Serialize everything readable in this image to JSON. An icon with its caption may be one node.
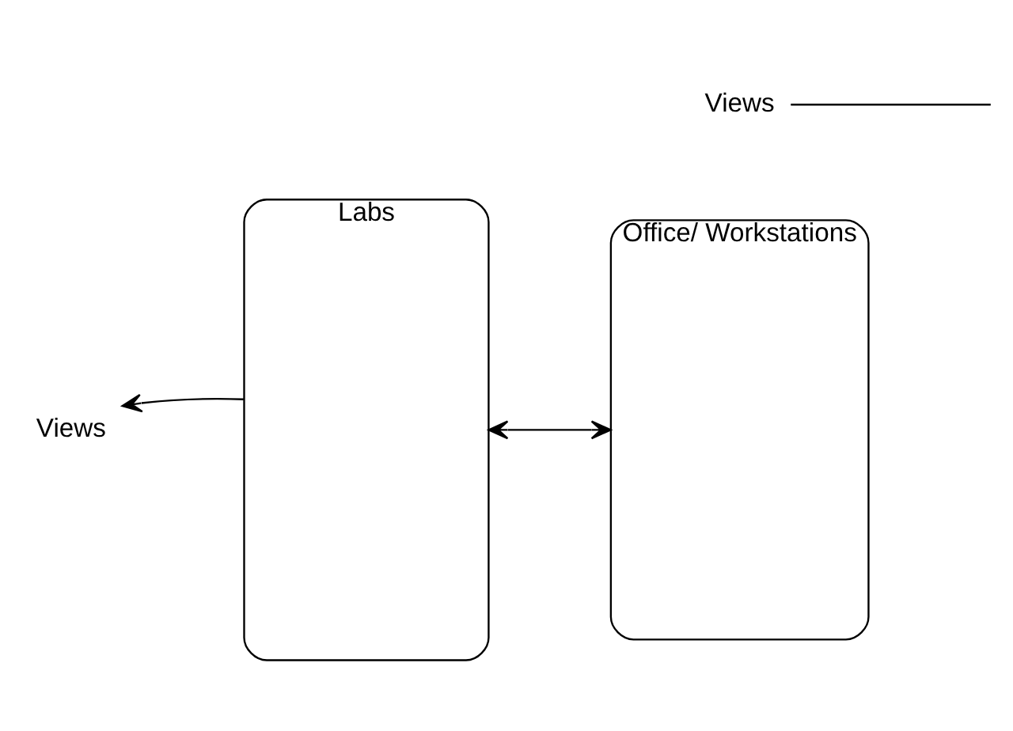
{
  "diagram": {
    "nodes": [
      {
        "text": [
          "Labs"
        ]
      },
      {
        "text": [
          "Office/ Workstations"
        ]
      },
      {
        "text": [
          "Views"
        ]
      },
      {
        "text": [
          "Views"
        ]
      }
    ],
    "edges": [
      {
        "from": 0,
        "to": 2,
        "arrow": "to"
      },
      {
        "from": 0,
        "to": 1,
        "arrow": "both"
      },
      {
        "from": 3,
        "to": null,
        "arrow": "none"
      }
    ]
  }
}
